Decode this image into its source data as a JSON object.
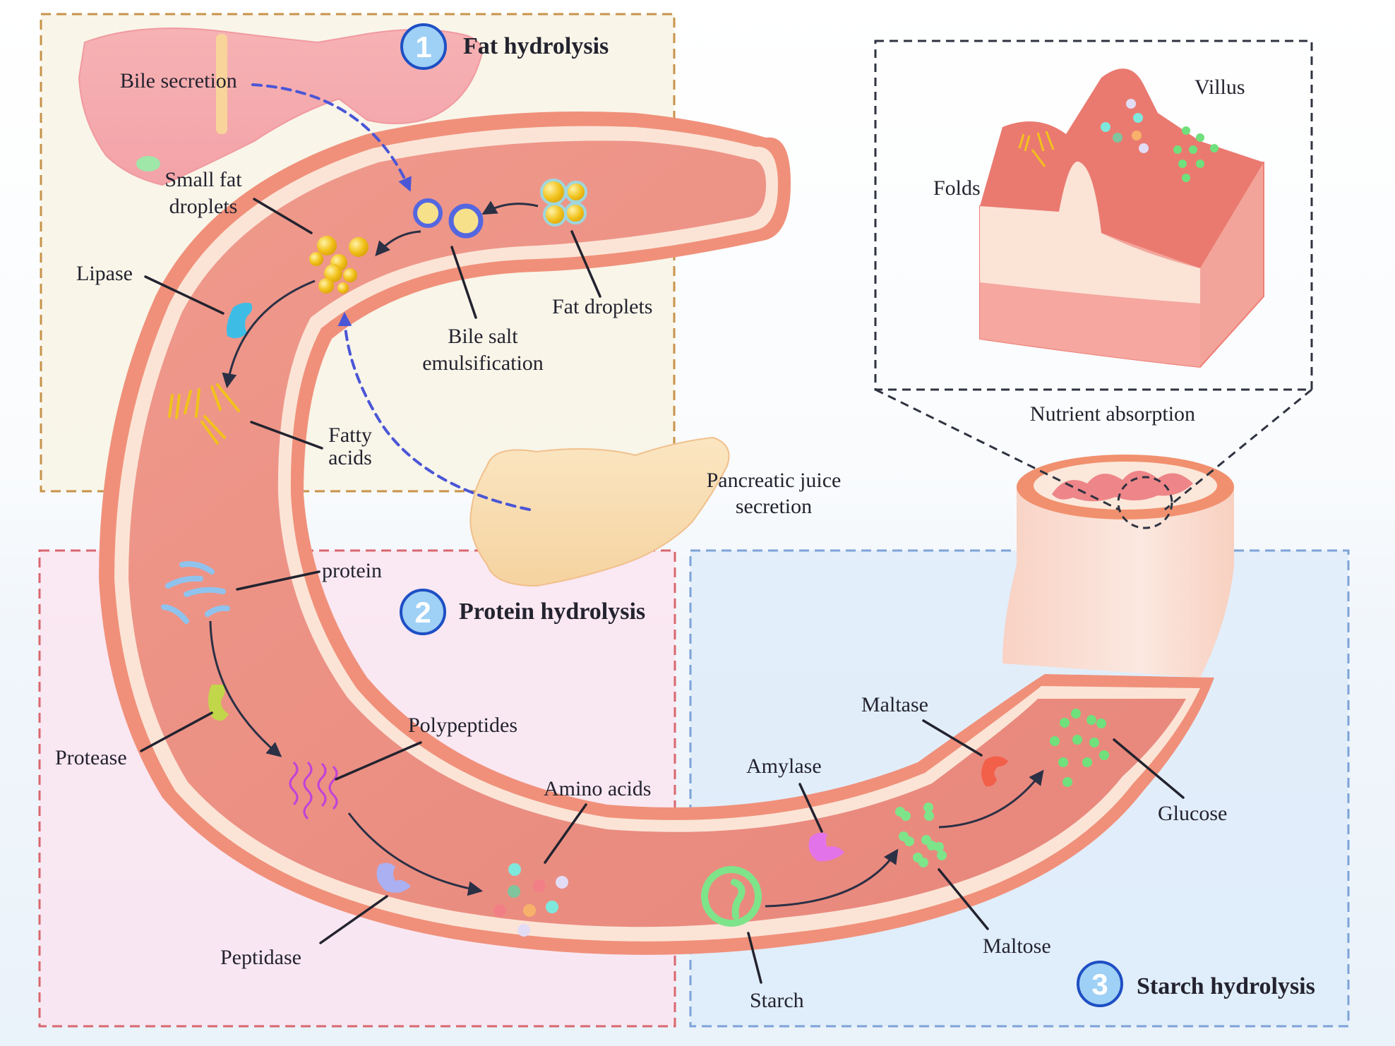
{
  "figure": {
    "title": "Small intestine digestion and nutrient absorption"
  },
  "sections": [
    {
      "number": "1",
      "title": "Fat hydrolysis",
      "border_color": "#c8934a",
      "fill_color": "#f8f1e2"
    },
    {
      "number": "2",
      "title": "Protein hydrolysis",
      "border_color": "#d9676f",
      "fill_color": "#fbe3ef"
    },
    {
      "number": "3",
      "title": "Starch hydrolysis",
      "border_color": "#7da3d8",
      "fill_color": "#dcebfa"
    }
  ],
  "fat": {
    "bile_secretion": "Bile secretion",
    "small_fat_droplets": [
      "Small fat",
      "droplets"
    ],
    "lipase": "Lipase",
    "bile_salt": [
      "Bile salt",
      "emulsification"
    ],
    "fat_droplets": "Fat droplets",
    "fatty_acids": [
      "Fatty",
      "acids"
    ]
  },
  "pancreas": {
    "label": [
      "Pancreatic juice",
      "secretion"
    ]
  },
  "protein": {
    "protein": "protein",
    "protease": "Protease",
    "polypeptides": "Polypeptides",
    "amino_acids": "Amino acids",
    "peptidase": "Peptidase"
  },
  "starch": {
    "maltase": "Maltase",
    "amylase": "Amylase",
    "glucose": "Glucose",
    "maltose": "Maltose",
    "starch": "Starch"
  },
  "absorption": {
    "villus": "Villus",
    "folds": "Folds",
    "caption": "Nutrient absorption"
  },
  "colors": {
    "tube_outer": "#f0907a",
    "tube_mucosa": "#ec8f84",
    "tube_submucosa": "#fbe6d8",
    "badge_fill": "#9fd0f5",
    "badge_border": "#1e4fc4",
    "fat_yellow": "#f2c21b",
    "protein_blue": "#8fc3ee",
    "glucose_green": "#6fe07c",
    "bile_blue": "#4a56d6"
  }
}
